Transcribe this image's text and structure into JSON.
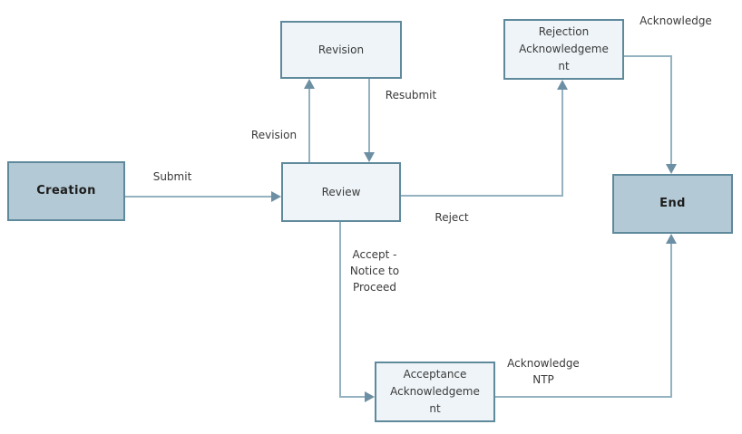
{
  "diagram": {
    "type": "flowchart",
    "colors": {
      "background": "#ffffff",
      "node_fill_strong": "#b3c9d5",
      "node_fill_light": "#eef4f8",
      "node_border": "#5f8a9c",
      "connector": "#94b2c0",
      "arrowhead": "#6d8fa4",
      "text": "#333333"
    },
    "nodes": [
      {
        "id": "creation",
        "label": "Creation",
        "style": "strong"
      },
      {
        "id": "revision",
        "label": "Revision",
        "style": "light"
      },
      {
        "id": "rejection-acknowledgement",
        "label": "Rejection\nAcknowledgeme\nnt",
        "style": "light"
      },
      {
        "id": "review",
        "label": "Review",
        "style": "light"
      },
      {
        "id": "end",
        "label": "End",
        "style": "strong"
      },
      {
        "id": "acceptance-acknowledgement",
        "label": "Acceptance\nAcknowledgeme\nnt",
        "style": "light"
      }
    ],
    "edges": [
      {
        "label": "Submit",
        "from": "Creation",
        "to": "Review"
      },
      {
        "label": "Revision",
        "from": "Review",
        "to": "Revision"
      },
      {
        "label": "Resubmit",
        "from": "Revision",
        "to": "Review"
      },
      {
        "label": "Reject",
        "from": "Review",
        "to": "Rejection Acknowledgement"
      },
      {
        "label": "Acknowledge",
        "from": "Rejection Acknowledgement",
        "to": "End"
      },
      {
        "label": "Accept -\nNotice to\nProceed",
        "from": "Review",
        "to": "Acceptance Acknowledgement"
      },
      {
        "label": "Acknowledge\nNTP",
        "from": "Acceptance Acknowledgement",
        "to": "End"
      }
    ]
  }
}
